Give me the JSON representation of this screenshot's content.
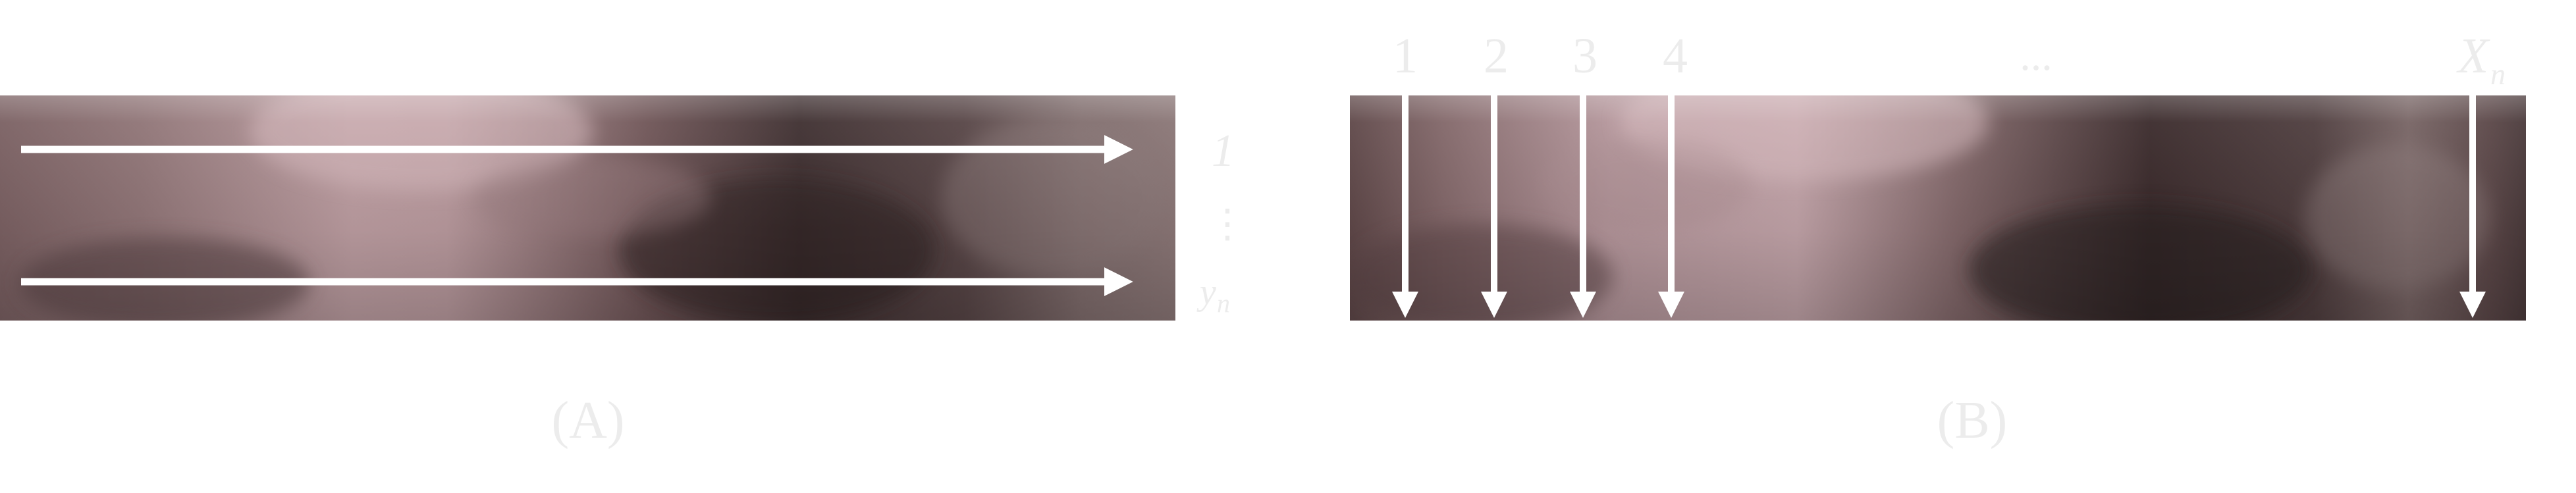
{
  "panel_a": {
    "caption": "(A)",
    "row_labels": [
      "1",
      "⋮",
      "y",
      "n"
    ]
  },
  "panel_b": {
    "caption": "(B)",
    "column_labels": [
      "1",
      "2",
      "3",
      "4",
      "...",
      "X",
      "n"
    ]
  },
  "colors": {
    "arrow": "#ffffff",
    "label": "#ececec",
    "tissue_dark": "#3a2a2a",
    "tissue_mid": "#6e5556",
    "tissue_light": "#c9a9ae"
  }
}
